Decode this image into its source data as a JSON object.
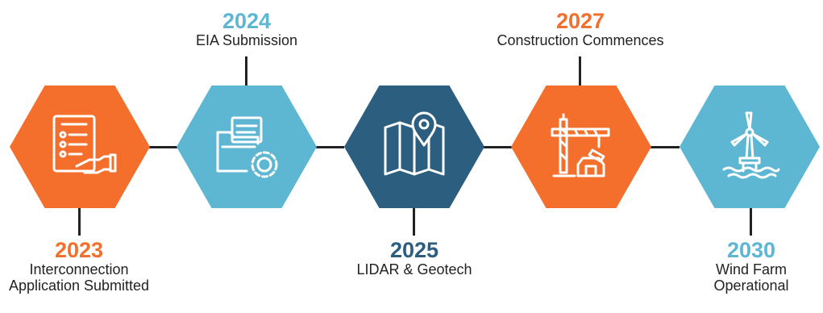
{
  "colors": {
    "orange": "#F36F2B",
    "light_blue": "#5DB6D2",
    "dark_blue": "#2C5E7F",
    "line": "#222222"
  },
  "milestones": [
    {
      "year": "2023",
      "caption_lines": [
        "Interconnection",
        "Application Submitted"
      ],
      "color": "#F36F2B",
      "icon": "document-checklist-icon",
      "label_position": "below"
    },
    {
      "year": "2024",
      "caption_lines": [
        "EIA Submission"
      ],
      "color": "#5DB6D2",
      "icon": "folder-gear-icon",
      "label_position": "above"
    },
    {
      "year": "2025",
      "caption_lines": [
        "LIDAR & Geotech"
      ],
      "color": "#2C5E7F",
      "icon": "map-pin-icon",
      "label_position": "below"
    },
    {
      "year": "2027",
      "caption_lines": [
        "Construction Commences"
      ],
      "color": "#F36F2B",
      "icon": "crane-icon",
      "label_position": "above"
    },
    {
      "year": "2030",
      "caption_lines": [
        "Wind Farm",
        "Operational"
      ],
      "color": "#5DB6D2",
      "icon": "offshore-wind-turbine-icon",
      "label_position": "below"
    }
  ]
}
